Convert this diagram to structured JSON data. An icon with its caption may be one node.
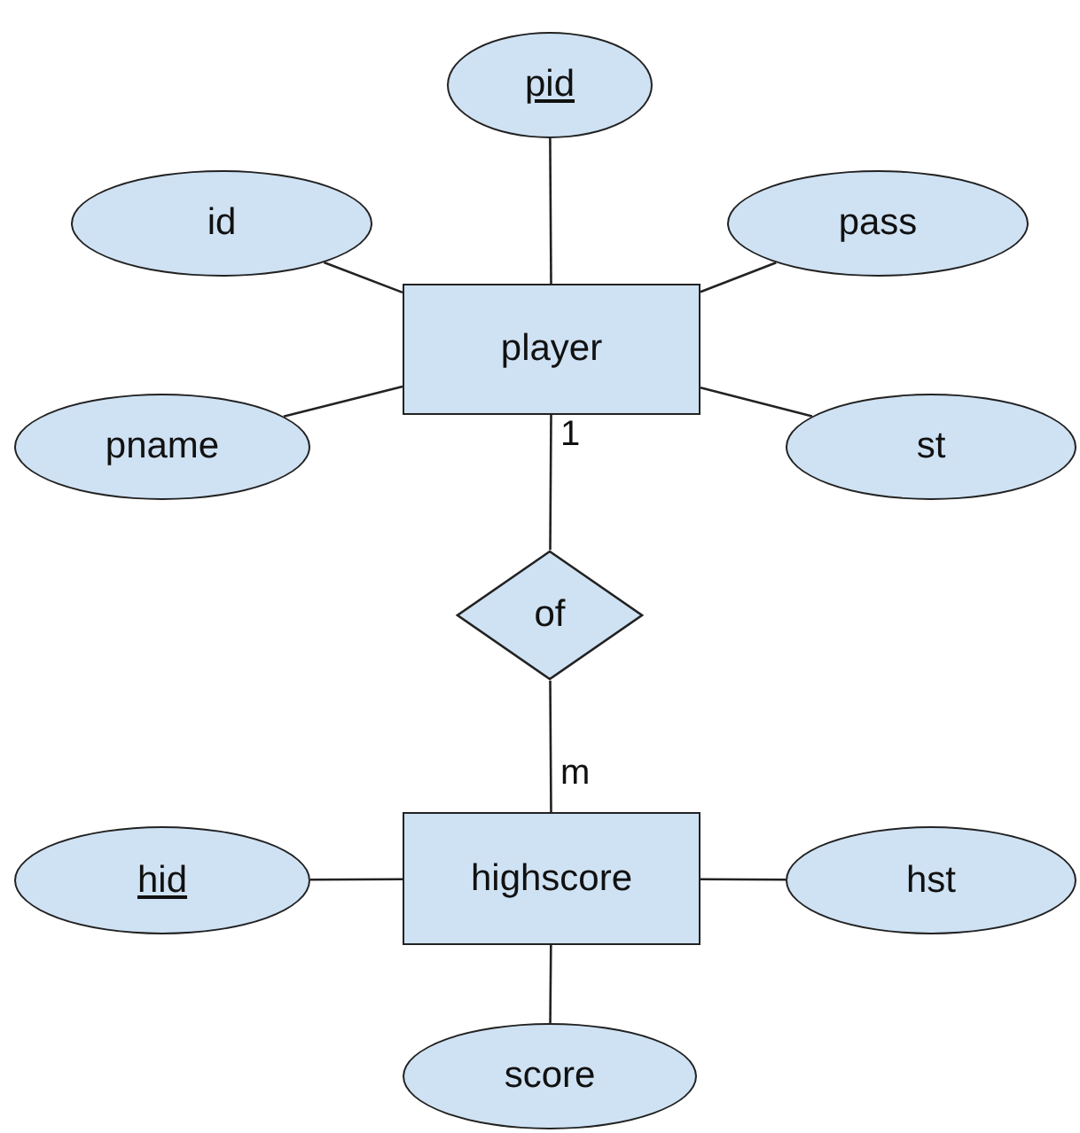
{
  "diagram": {
    "nodes": [
      {
        "text": [
          "pid"
        ]
      },
      {
        "text": [
          "id"
        ]
      },
      {
        "text": [
          "pass"
        ]
      },
      {
        "text": [
          "player"
        ]
      },
      {
        "text": [
          "pname"
        ]
      },
      {
        "text": [
          "st"
        ]
      },
      {
        "text": [
          "of"
        ]
      },
      {
        "text": [
          "hid"
        ]
      },
      {
        "text": [
          "highscore"
        ]
      },
      {
        "text": [
          "hst"
        ]
      },
      {
        "text": [
          "score"
        ]
      }
    ],
    "edges": [
      {
        "from": 0,
        "to": 3,
        "arrow": "none"
      },
      {
        "from": 1,
        "to": 3,
        "arrow": "none"
      },
      {
        "from": 2,
        "to": 3,
        "arrow": "none"
      },
      {
        "from": 4,
        "to": 3,
        "arrow": "none"
      },
      {
        "from": 5,
        "to": 3,
        "arrow": "none"
      },
      {
        "from": 3,
        "to": 6,
        "arrow": "none",
        "label": "1"
      },
      {
        "from": 6,
        "to": 8,
        "arrow": "none",
        "label": "m"
      },
      {
        "from": 7,
        "to": 8,
        "arrow": "none"
      },
      {
        "from": 9,
        "to": 8,
        "arrow": "none"
      },
      {
        "from": 8,
        "to": 10,
        "arrow": "none"
      }
    ]
  }
}
